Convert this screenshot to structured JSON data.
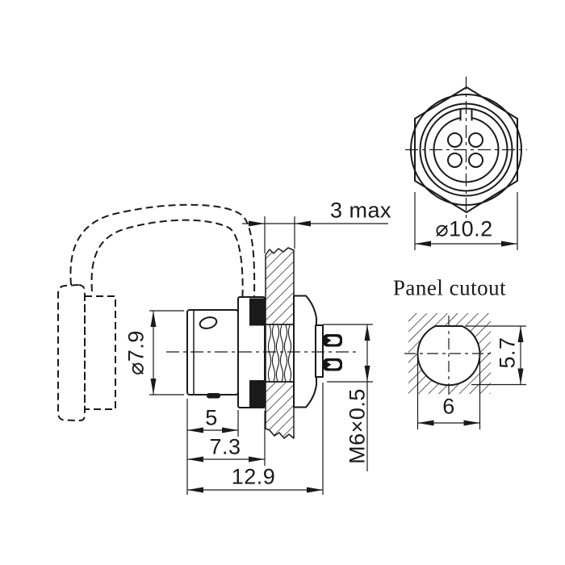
{
  "colors": {
    "background": "#ffffff",
    "line": "#1a1a1a"
  },
  "front_view": {
    "description": "connector front face with 4 pins and keyway",
    "diameter": "⌀10.2"
  },
  "side_view": {
    "description": "connector side section through panel with dust cap",
    "panel_thickness": "3 max",
    "body_diameter": "⌀7.9",
    "body_length": "5",
    "length_to_panel": "7.3",
    "total_length": "12.9",
    "thread": "M6×0.5"
  },
  "panel_cutout": {
    "title": "Panel cutout",
    "width": "6",
    "height": "5.7"
  }
}
